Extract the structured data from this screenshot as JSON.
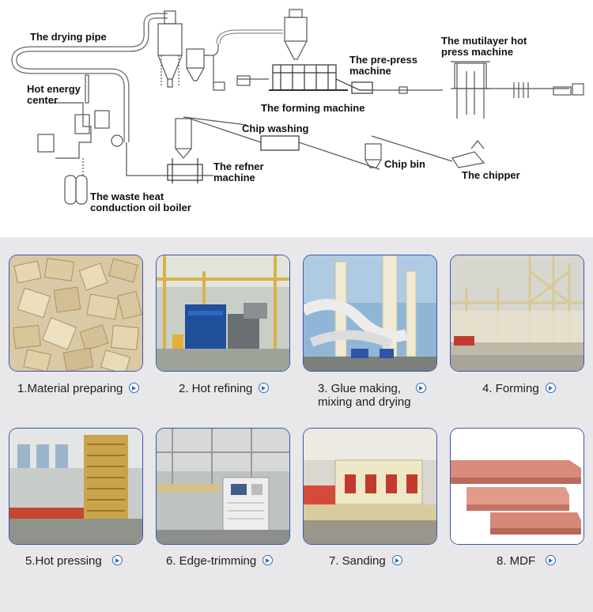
{
  "diagram": {
    "labels": {
      "drying_pipe": "The drying pipe",
      "hot_energy_center_line1": "Hot energy",
      "hot_energy_center_line2": "center",
      "forming_machine": "The forming machine",
      "pre_press_line1": "The pre-press",
      "pre_press_line2": "machine",
      "hot_press_line1": "The mutilayer hot",
      "hot_press_line2": "press machine",
      "chip_washing": "Chip washing",
      "refiner_line1": "The refner",
      "refiner_line2": "machine",
      "chip_bin": "Chip bin",
      "chipper": "The chipper",
      "boiler_line1": "The waste heat",
      "boiler_line2": "conduction oil boiler"
    }
  },
  "steps": [
    {
      "label": "1.Material preparing",
      "image": "wood-chips-photo"
    },
    {
      "label": "2. Hot refining",
      "image": "refiner-photo"
    },
    {
      "label": "3. Glue making, mixing and drying",
      "line1": "3. Glue making,",
      "line2": "mixing and drying",
      "image": "drying-pipes-photo"
    },
    {
      "label": "4. Forming",
      "image": "forming-line-photo"
    },
    {
      "label": "5.Hot pressing",
      "image": "hot-press-photo"
    },
    {
      "label": "6. Edge-trimming",
      "image": "control-cabinet-photo"
    },
    {
      "label": "7. Sanding",
      "image": "sanding-machine-photo"
    },
    {
      "label": "8. MDF",
      "image": "mdf-boards-photo"
    }
  ],
  "colors": {
    "panel_background": "#e8e7ea",
    "card_border": "#3b55b0",
    "arrow_icon": "#2f6fb7"
  }
}
